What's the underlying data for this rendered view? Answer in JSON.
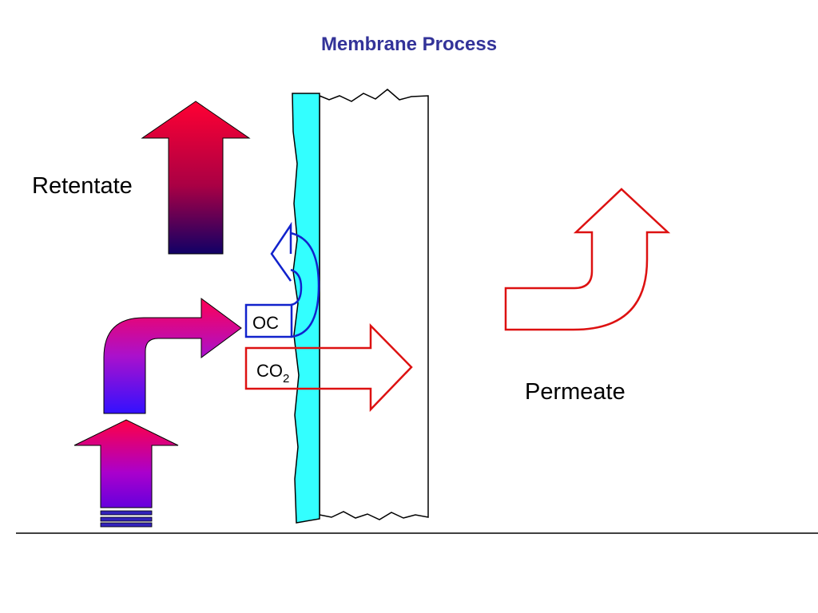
{
  "title": "Membrane Process",
  "labels": {
    "retentate": "Retentate",
    "permeate": "Permeate",
    "oc": "OC",
    "co2_main": "CO",
    "co2_subscript": "2"
  },
  "colors": {
    "title": "#333399",
    "membrane_fill": "#33ffff",
    "permeate_arrow": "#dd1111",
    "rejection_arrow": "#1122cc",
    "gradient_top": "#ff0033",
    "gradient_bottom_dark": "#110066",
    "gradient_bottom_blue": "#3311ff"
  },
  "icons": {
    "retentate_arrow": "up-arrow",
    "feed_arrow": "up-arrow-with-lines",
    "turn_arrow": "curved-right-arrow",
    "permeate_arrow": "curved-up-arrow-outline",
    "co2_arrow": "right-arrow-outline",
    "oc_arrow": "left-arrow-outline"
  }
}
